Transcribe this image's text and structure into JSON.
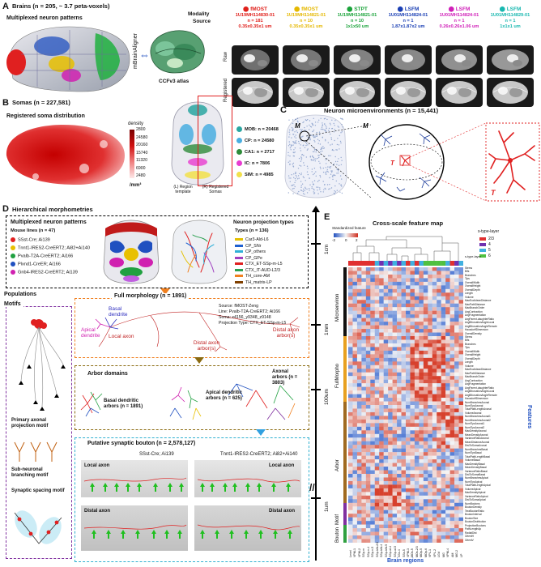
{
  "panelA": {
    "label": "A",
    "title": "Brains (n = 205, ~ 3.7 peta-voxels)",
    "subtitle": "Multiplexed neuron patterns",
    "registration": "mBrainAligner",
    "atlas": "CCFv3 atlas",
    "row_modality": "Modality",
    "row_source": "Source",
    "row_raw": "Raw",
    "row_registered": "Registered",
    "columns": [
      {
        "modality": "fMOST",
        "source": "1U19MH114830-01",
        "n": "n = 181",
        "res": "0.35x0.35x1 um",
        "color": "#e0201b"
      },
      {
        "modality": "fMOST",
        "source": "1U19MH114821-01",
        "n": "n = 10",
        "res": "0.35x0.35x1 um",
        "color": "#e5b800"
      },
      {
        "modality": "STPT",
        "source": "1U19MH114821-01",
        "n": "n = 10",
        "res": "1x1x50 um",
        "color": "#1aa33a"
      },
      {
        "modality": "LSFM",
        "source": "1U01MH114824-01",
        "n": "n = 1",
        "res": "1.87x1.87x2 um",
        "color": "#1a3fb4"
      },
      {
        "modality": "LSFM",
        "source": "1U01MH114824-01",
        "n": "n = 1",
        "res": "0.26x0.26x1.06 um",
        "color": "#d01fb8"
      },
      {
        "modality": "LSFM",
        "source": "1U01MH114829-01",
        "n": "n = 1",
        "res": "1x1x1 um",
        "color": "#18b8b0"
      }
    ]
  },
  "panelB": {
    "label": "B",
    "title": "Somas (n = 227,581)",
    "subtitle": "Registered soma distribution",
    "density_label": "density",
    "density_ticks": [
      "2800",
      "24580",
      "20160",
      "15740",
      "11320",
      "6900",
      "2480"
    ],
    "density_unit": "/mm³",
    "region_caption_left": "(L) Region template",
    "region_caption_right": "(R) Registered Somas",
    "regions": [
      {
        "name": "MOB: n = 20468",
        "color": "#2aa6a1"
      },
      {
        "name": "CP: n = 24580",
        "color": "#4aaee0"
      },
      {
        "name": "CA1: n = 2717",
        "color": "#2e8b3a"
      },
      {
        "name": "IC: n = 7806",
        "color": "#e83bd0"
      },
      {
        "name": "SIM: n = 4985",
        "color": "#f2e04a"
      }
    ]
  },
  "panelC": {
    "label": "C",
    "title": "Neuron microenvironments (n = 15,441)",
    "m_left": "M",
    "m_right": "M",
    "t_left": "T",
    "t_right": "T"
  },
  "panelD": {
    "label": "D",
    "title": "Hierarchical morphometries",
    "box1_title": "Multiplexed neuron patterns",
    "mouse_lines_title": "Mouse lines (n = 47)",
    "mouse_lines": [
      {
        "name": "SSst-Cre; Ai139",
        "color": "#e02020"
      },
      {
        "name": "Tnnt1-IRES2-CreERT2; Ai82+Ai140",
        "color": "#e8c000"
      },
      {
        "name": "Pvalb-T2A-CreERT2; Ai166",
        "color": "#20a040"
      },
      {
        "name": "Plxnd1-CreER; Ai166",
        "color": "#2050c0"
      },
      {
        "name": "Gnb4-IRES2-CreERT2; Ai139",
        "color": "#d020b0"
      }
    ],
    "proj_title": "Neuron projection types",
    "proj_n": "Types (n = 136)",
    "proj_types": [
      {
        "name": "Car3-Ald-L6",
        "color": "#e4c000"
      },
      {
        "name": "CP_SNr",
        "color": "#1f60d0"
      },
      {
        "name": "CP_others",
        "color": "#30b0d8"
      },
      {
        "name": "CP_GPe",
        "color": "#a040c0"
      },
      {
        "name": "CTX_ET-SSp-m-L5",
        "color": "#e02020"
      },
      {
        "name": "CTX_IT-AUD-L2/3",
        "color": "#2aa050"
      },
      {
        "name": "TH_core-AM",
        "color": "#f08020"
      },
      {
        "name": "TH_matrix-LP",
        "color": "#804000"
      }
    ],
    "populations": "Populations",
    "motifs": "Motifs",
    "motif_primary": "Primary axonal projection motif",
    "motif_sub": "Sub-neuronal branching motif",
    "motif_syn": "Synaptic spacing motif",
    "full_title": "Full morphology (n = 1891)",
    "basal": "Basal dendrite",
    "apical": "Apical dendrite",
    "local_axon": "Local axon",
    "distal1": "Distal axon arbor(s)",
    "distal2": "Distal axon arbor(s)",
    "source_info": [
      "Source: fMOST-Zeng",
      "Line: Pvalb-T2A-CreERT2; Ai166",
      "Soma: x4156_y9348_z9148",
      "Projection Type: CTX_ET-SSp-m-L5"
    ],
    "arbor_title": "Arbor domains",
    "basal_arbors": "Basal dendritic arbors (n = 1891)",
    "apical_arbors": "Apical dendritic arbors (n = 625)",
    "axonal_arbors": "Axonal arbors (n = 3803)",
    "bouton_title": "Putative synaptic bouton (n = 2,578,127)",
    "bouton_left": "SSst-Cre; Ai139",
    "bouton_right": "Tnnt1-IRES2-CreERT2; Ai82+Ai140",
    "local_axon_l": "Local axon",
    "local_axon_r": "Local axon",
    "distal_axon_l": "Distal axon",
    "distal_axon_r": "Distal axon",
    "scale_1cm": "1cm",
    "scale_1mm": "1mm",
    "scale_100um": "100um",
    "scale_1um": "1um"
  },
  "panelE": {
    "label": "E",
    "title": "Cross-scale feature map",
    "colorbar_label": "Standardized feature",
    "colorbar_ticks": [
      "2",
      "0",
      "-2"
    ],
    "legend_title": "s-type-layer",
    "legend": [
      {
        "name": "2/3",
        "color": "#e03030"
      },
      {
        "name": "4",
        "color": "#7030b0"
      },
      {
        "name": "5",
        "color": "#40b0e0"
      },
      {
        "name": "6",
        "color": "#50c040"
      }
    ],
    "legend_row_label": "s-type-layer",
    "groups": [
      {
        "name": "Microenviron",
        "color": "#111111"
      },
      {
        "name": "FullMorpho",
        "color": "#e8a020"
      },
      {
        "name": "Arbor",
        "color": "#a06a20"
      },
      {
        "name": "Motif",
        "color": "#8030a0"
      },
      {
        "name": "Bouton",
        "color": "#30a040"
      }
    ],
    "features_label": "Features",
    "xlabel": "Brain regions",
    "regions": [
      "Level",
      "VPM-1",
      "VPM-2",
      "SSp-m",
      "SSp-n-4",
      "SSp-n-5",
      "SSp-bfd-2/3",
      "SSp-bfd-4",
      "SSp-bfd-5",
      "SSp-ul-4",
      "SSp-ul-5",
      "SSs-4",
      "SSs-5",
      "VPM-3",
      "MOs-5",
      "MOs-2/3",
      "MOp-5",
      "MOp-6",
      "VPL-1",
      "VPL-2",
      "LGd",
      "MG",
      "VPM-4",
      "AM",
      "MG-2",
      "LP"
    ],
    "features": [
      "Stems",
      "Bifs",
      "Branches",
      "Tips",
      "OverallWidth",
      "OverallHeight",
      "OverallDepth",
      "Length",
      "Volume",
      "MaxEuclideanDistance",
      "MaxPathDistance",
      "MaxBranchOrder",
      "AvgContraction",
      "AvgFragmentation",
      "AvgParent-daughterRatio",
      "AvgBifurcationAngleLocal",
      "AvgBifurcationAngleRemote",
      "HausdorffDimension",
      "OverallDensity",
      "Stems",
      "Bifs",
      "Branches",
      "Tips",
      "OverallWidth",
      "OverallHeight",
      "OverallDepth",
      "Length",
      "Volume",
      "MaxEuclideanDistance",
      "MaxPathDistance",
      "MaxBranchOrder",
      "AvgContraction",
      "AvgFragmentation",
      "AvgParent-daughterRatio",
      "AvgBifurcationAngleLocal",
      "AvgBifurcationAngleRemote",
      "HausdorffDimension",
      "NumBranchesAxonal",
      "NumTipsAxonal",
      "TotalPathLengthAxonal",
      "VolumeAxonal",
      "NumBranchesAxonal1",
      "NumBranchesAxonal2",
      "NumTipsAxonal1",
      "NumTipsAxonal2",
      "MaxDensityAxonal",
      "MeanDensityAxonal",
      "VarianceRatioAxonal",
      "MeanDistanceAxonal",
      "DistToSomaAxonal",
      "NumBranchesBasal",
      "NumTipsBasal",
      "TotalPathLengthBasal",
      "VolumeBasal",
      "MaxDensityBasal",
      "MeanDensityBasal",
      "VarianceRatioBasal",
      "DistToSomaBasal",
      "NumBranchesApical",
      "NumTipsApical",
      "TotalPathLengthApical",
      "VolumeApical",
      "MaxDensityApical",
      "VarianceRatioApical",
      "DistToSomaApical",
      "NumBoutons",
      "BoutonDensity",
      "TeraBoutonRatio",
      "BoutonInterval",
      "BoutonSize",
      "BoutonDistribution",
      "ProjectionBoutons",
      "PathLengthAp",
      "RadialDist",
      "OrientH",
      "OrientV"
    ]
  }
}
